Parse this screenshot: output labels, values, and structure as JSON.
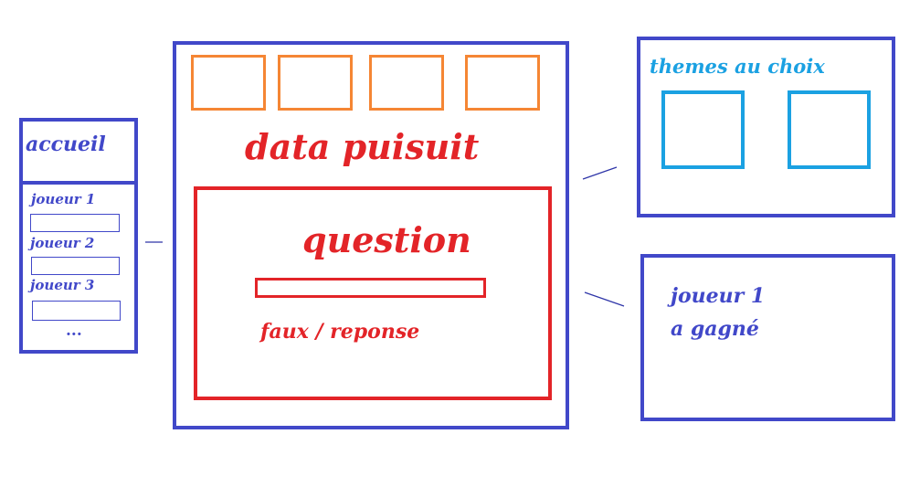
{
  "colors": {
    "blue": "#4148c9",
    "red": "#e32428",
    "orange": "#f58634",
    "cyan": "#1ba1e2",
    "connector": "#2e35a8"
  },
  "accueil": {
    "title": "accueil",
    "players": [
      {
        "label": "joueur 1",
        "value": ""
      },
      {
        "label": "joueur 2",
        "value": ""
      },
      {
        "label": "joueur 3",
        "value": ""
      }
    ],
    "more": "..."
  },
  "main": {
    "title": "data puisuit",
    "question": {
      "title": "question",
      "answer_value": "",
      "result": "faux / reponse"
    }
  },
  "themes": {
    "title": "themes au choix"
  },
  "winner": {
    "line1": "joueur 1",
    "line2": "a gagné"
  }
}
